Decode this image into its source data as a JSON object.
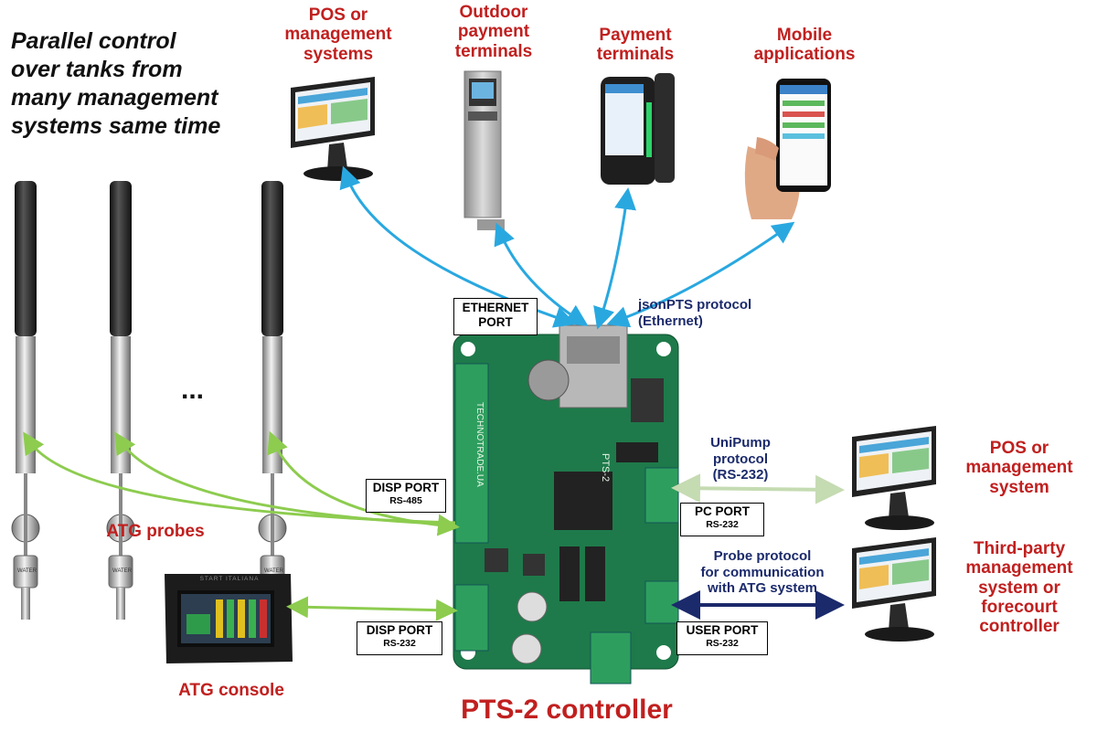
{
  "headline": [
    "Parallel control",
    "over tanks from",
    "many management",
    "systems same time"
  ],
  "devices_top": {
    "pos": [
      "POS or",
      "management",
      "systems"
    ],
    "outdoor": [
      "Outdoor",
      "payment",
      "terminals"
    ],
    "payment": [
      "Payment",
      "terminals"
    ],
    "mobile": [
      "Mobile",
      "applications"
    ]
  },
  "protocols": {
    "jsonpts": [
      "jsonPTS protocol",
      "(Ethernet)"
    ],
    "unipump": [
      "UniPump",
      "protocol",
      "(RS-232)"
    ],
    "probe": [
      "Probe protocol",
      "for communication",
      "with ATG system"
    ]
  },
  "ports": {
    "ethernet": [
      "ETHERNET",
      "PORT"
    ],
    "disp485": {
      "title": "DISP PORT",
      "sub": "RS-485"
    },
    "disp232": {
      "title": "DISP PORT",
      "sub": "RS-232"
    },
    "pc": {
      "title": "PC PORT",
      "sub": "RS-232"
    },
    "user": {
      "title": "USER PORT",
      "sub": "RS-232"
    }
  },
  "right_systems": {
    "pos": [
      "POS or",
      "management",
      "system"
    ],
    "thirdparty": [
      "Third-party",
      "management",
      "system or",
      "forecourt",
      "controller"
    ]
  },
  "labels": {
    "probes": "ATG probes",
    "ellipsis": "...",
    "console": "ATG console",
    "controller": "PTS-2 controller",
    "console_brand": "START ITALIANA",
    "probe_tag": "WATER",
    "board_brand": "TECHNOTRADE.UA",
    "board_model": "PTS-2"
  },
  "colors": {
    "blue_arrow": "#29a8e0",
    "green_arrow": "#8dcc4f",
    "pale_green_arrow": "#c5dbb2",
    "navy_arrow": "#1b2a6b",
    "red_text": "#c0201f",
    "board": "#1e7a4a"
  }
}
